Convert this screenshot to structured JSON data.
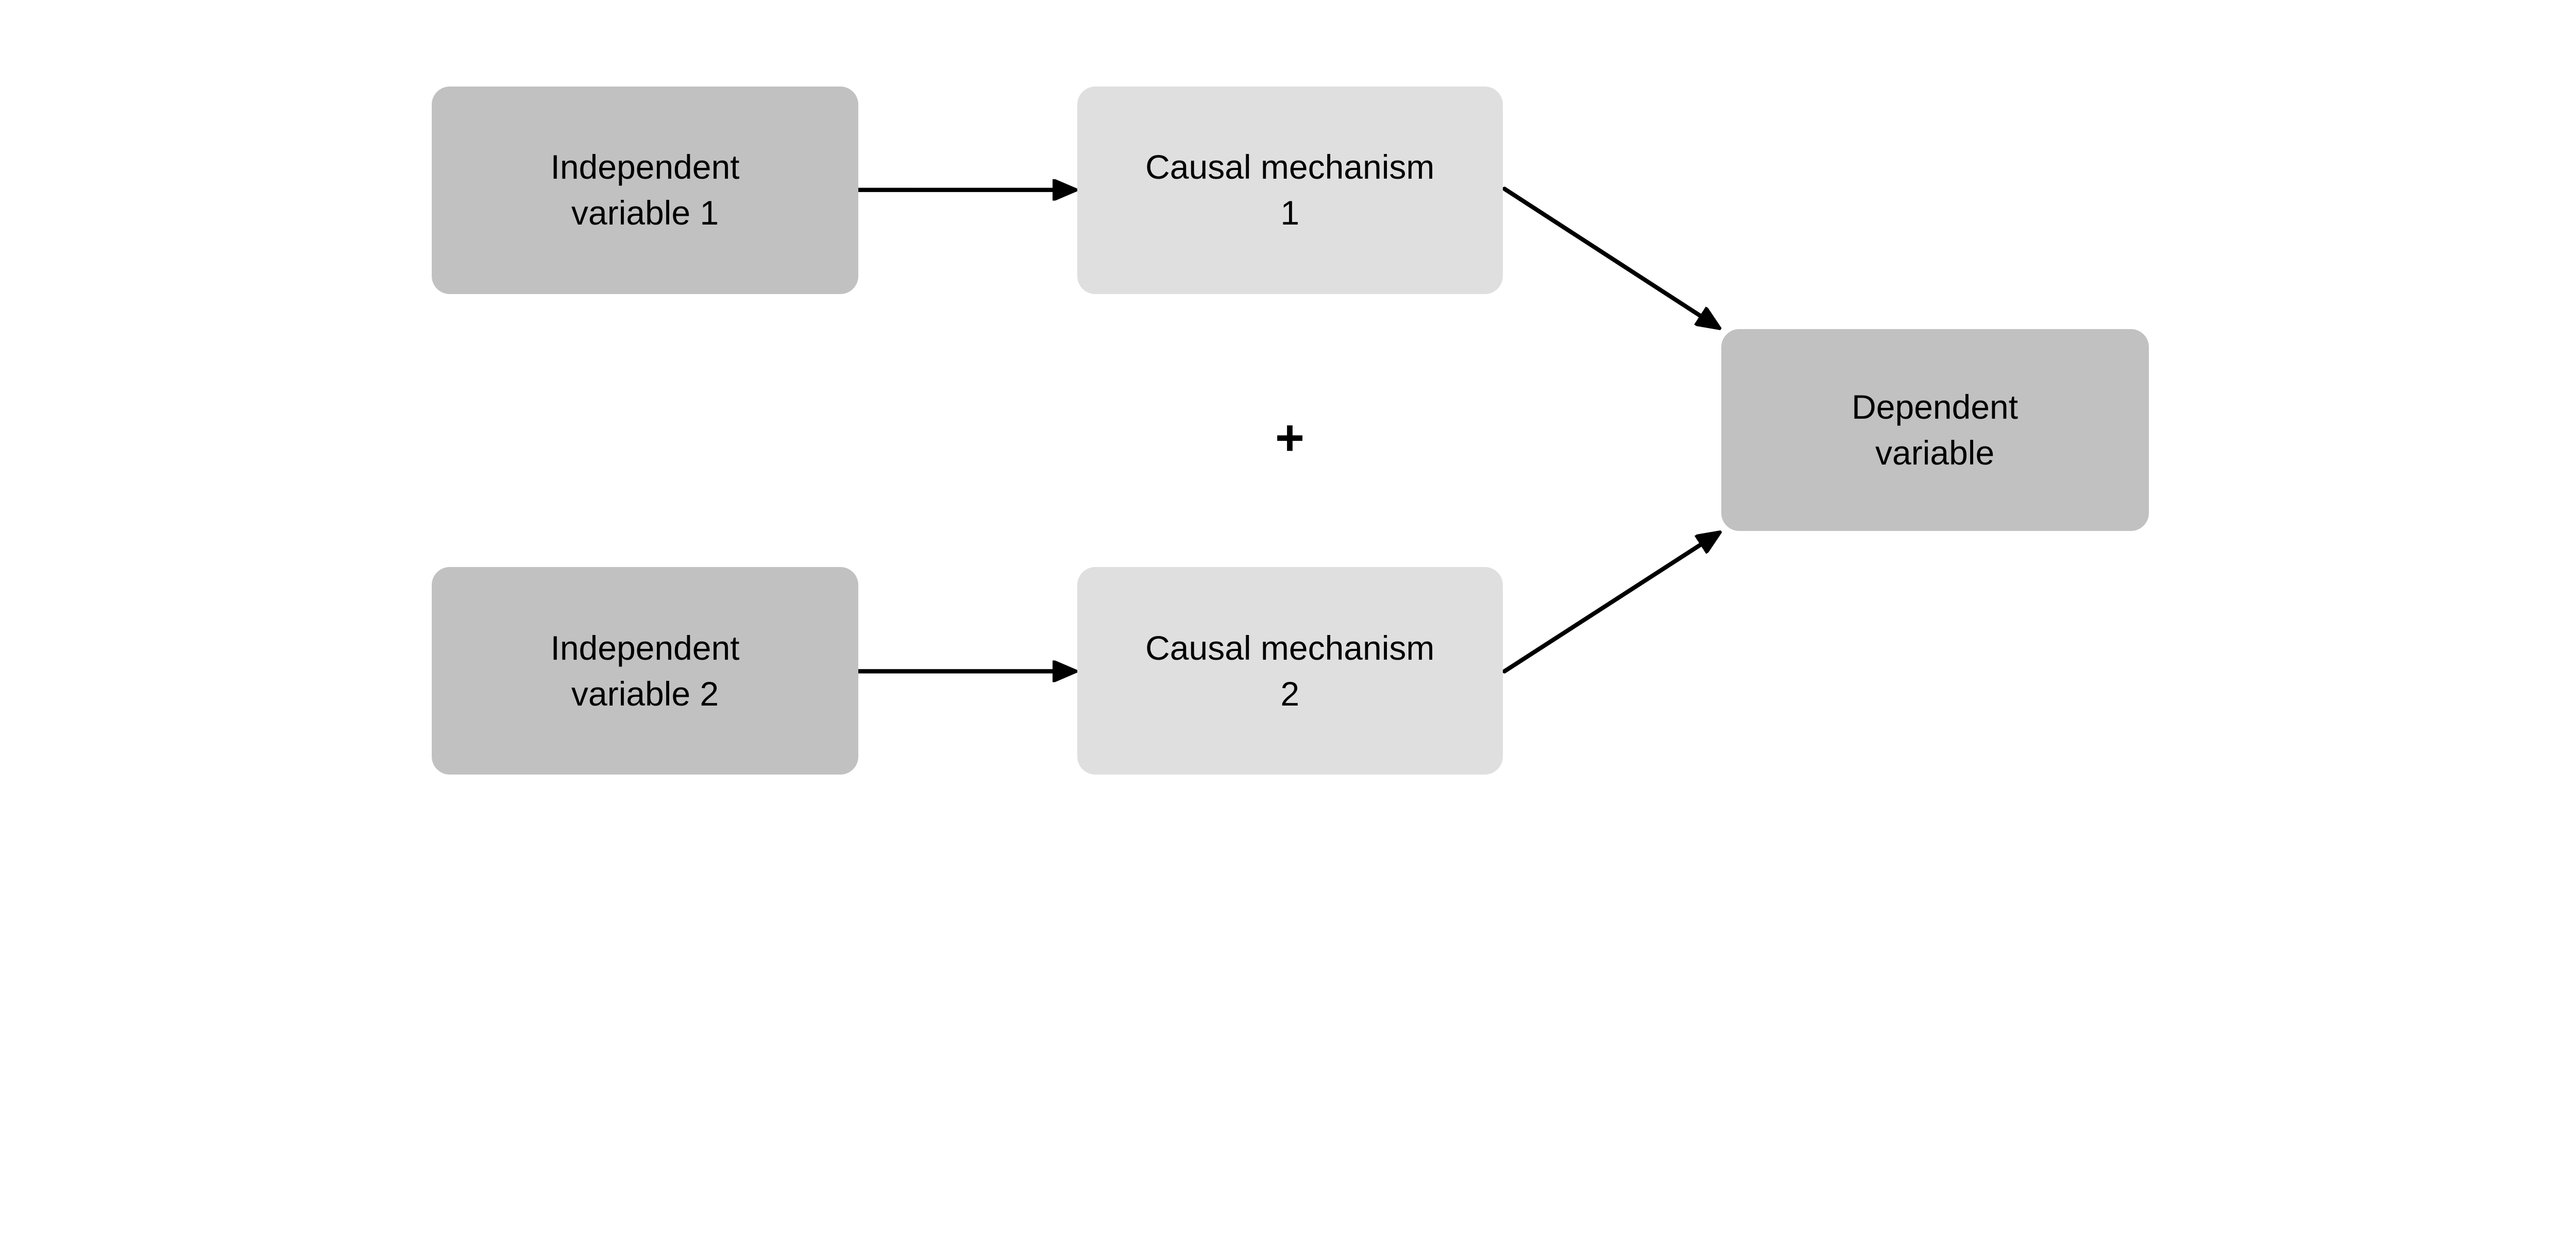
{
  "diagram": {
    "background_color": "#ffffff",
    "text_color": "#000000",
    "arrow_color": "#000000",
    "box_colors": {
      "independent_variable": "#c1c1c1",
      "causal_mechanism": "#dfdfdf",
      "dependent_variable": "#c1c1c1"
    },
    "plus_label": "+",
    "nodes": {
      "iv1": {
        "line1": "Independent",
        "line2": "variable 1"
      },
      "cm1": {
        "line1": "Causal mechanism",
        "line2": "1"
      },
      "dv": {
        "line1": "Dependent",
        "line2": "variable"
      },
      "iv2": {
        "line1": "Independent",
        "line2": "variable 2"
      },
      "cm2": {
        "line1": "Causal mechanism",
        "line2": "2"
      }
    }
  }
}
